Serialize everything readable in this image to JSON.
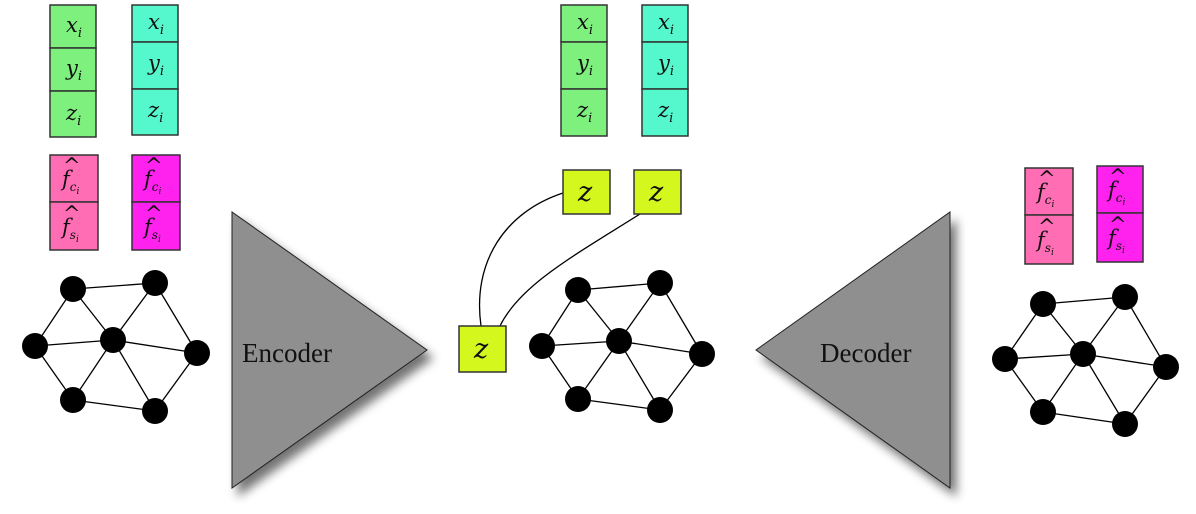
{
  "labels": {
    "encoder": "Encoder",
    "decoder": "Decoder"
  },
  "coord_cells": {
    "x": "x",
    "y": "y",
    "z": "z",
    "sub": "i"
  },
  "feature_cells": {
    "base": "f",
    "hat": "^",
    "sub_c": "c",
    "sub_s": "s",
    "sub_i": "i"
  },
  "latent_label": "z",
  "colors": {
    "coord_green": "#7ef07e",
    "coord_cyan": "#55f7cc",
    "feature_pink": "#ff6eb4",
    "feature_magenta": "#ff22ee",
    "latent": "#d4f81e",
    "triangle": "#8f8f8f",
    "node": "#000000"
  }
}
